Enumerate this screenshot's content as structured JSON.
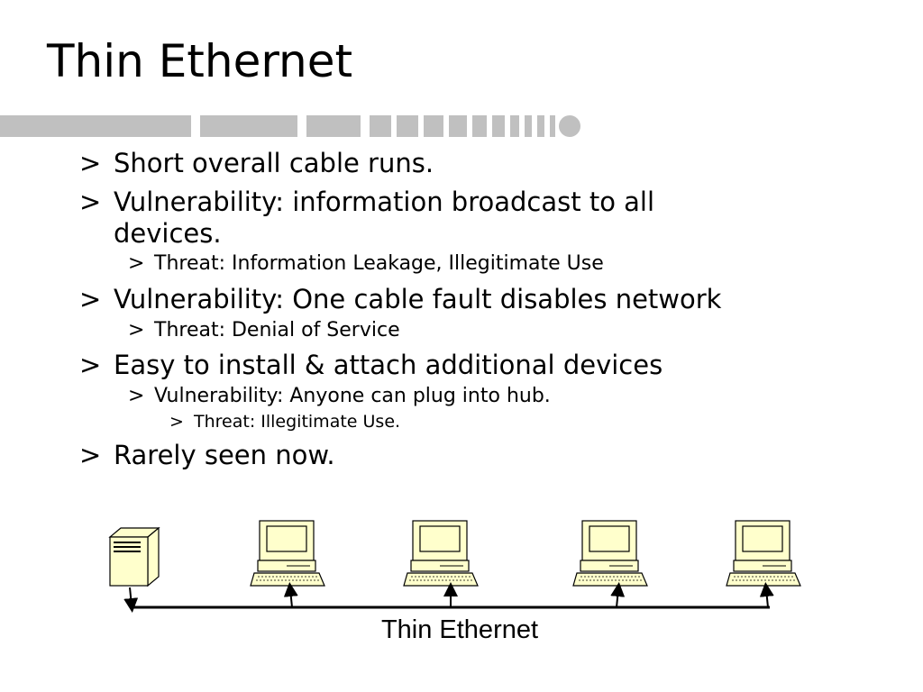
{
  "slide": {
    "title": "Thin Ethernet"
  },
  "bullet_marker": ">",
  "bullets": [
    {
      "level": 1,
      "text": "Short overall cable runs."
    },
    {
      "level": 1,
      "text": "Vulnerability: information broadcast to all"
    },
    {
      "level": 1,
      "text": "devices.",
      "continuation": true
    },
    {
      "level": 2,
      "text": "Threat: Information Leakage, Illegitimate Use"
    },
    {
      "level": 1,
      "text": "Vulnerability: One cable fault disables network"
    },
    {
      "level": 2,
      "text": "Threat: Denial of Service"
    },
    {
      "level": 1,
      "text": "Easy to install & attach additional devices"
    },
    {
      "level": 2,
      "text": "Vulnerability: Anyone can plug into hub."
    },
    {
      "level": 3,
      "text": "Threat: Illegitimate Use."
    },
    {
      "level": 1,
      "text": "Rarely seen now."
    }
  ],
  "diagram": {
    "caption": "Thin Ethernet",
    "devices": [
      "server-icon",
      "computer-icon",
      "computer-icon",
      "computer-icon",
      "computer-icon"
    ],
    "colors": {
      "device_fill": "#ffffcc",
      "divider_gray": "#c0c0c0",
      "line": "#000000"
    }
  }
}
